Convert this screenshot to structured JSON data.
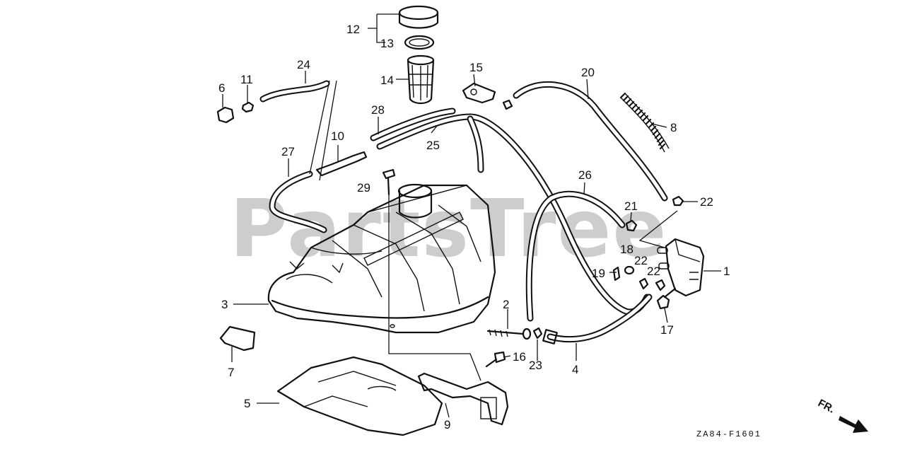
{
  "watermark": "PartsTree",
  "diagram_code": "ZA84-F1601",
  "direction_label": "FR.",
  "callouts": {
    "c1": "1",
    "c2": "2",
    "c3": "3",
    "c4": "4",
    "c5": "5",
    "c6": "6",
    "c7": "7",
    "c8": "8",
    "c9": "9",
    "c10": "10",
    "c11": "11",
    "c12": "12",
    "c13": "13",
    "c14": "14",
    "c15": "15",
    "c16": "16",
    "c17": "17",
    "c18": "18",
    "c19": "19",
    "c20": "20",
    "c21": "21",
    "c22a": "22",
    "c22b": "22",
    "c22c": "22",
    "c23": "23",
    "c24": "24",
    "c25": "25",
    "c26": "26",
    "c27": "27",
    "c28": "28",
    "c29": "29"
  },
  "icons": {
    "direction_arrow": "arrow-down-right-icon"
  }
}
